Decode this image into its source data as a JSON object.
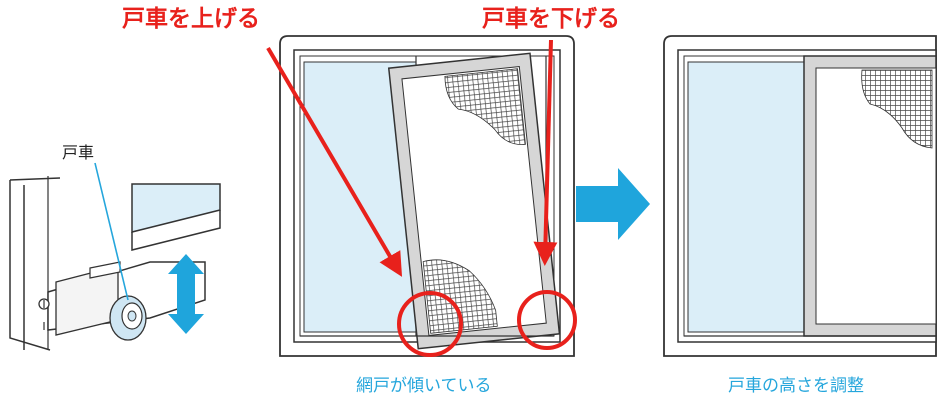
{
  "labels": {
    "raise_roller": "戸車を上げる",
    "lower_roller": "戸車を下げる",
    "roller": "戸車",
    "screen_tilted": "網戸が傾いている",
    "adjust_height": "戸車の高さを調整"
  },
  "colors": {
    "annotation_red": "#e8211c",
    "caption_blue": "#25a6dc",
    "glass": "#dbeef8",
    "frame_line": "#333333",
    "screen_gray": "#d6d6d6",
    "mesh": "#555555"
  },
  "icons": {
    "up_down_arrow": "double-headed-vertical-arrow",
    "next_step_arrow": "right-arrow"
  }
}
